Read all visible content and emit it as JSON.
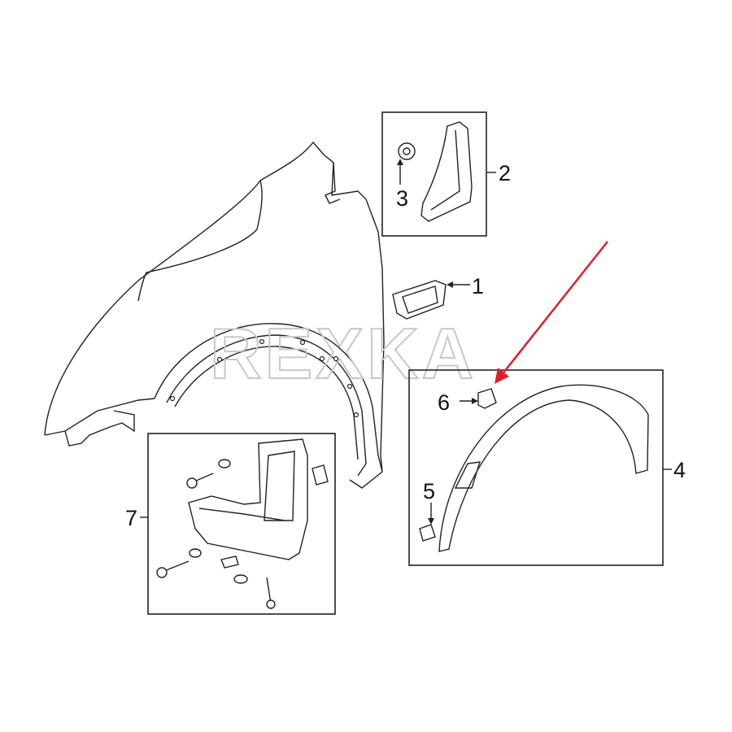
{
  "watermark": "REXKA",
  "callouts": [
    {
      "id": "1",
      "label": "1",
      "part": "emblem"
    },
    {
      "id": "2",
      "label": "2",
      "part": "fender-trim-panel"
    },
    {
      "id": "3",
      "label": "3",
      "part": "nut"
    },
    {
      "id": "4",
      "label": "4",
      "part": "wheel-opening-molding"
    },
    {
      "id": "5",
      "label": "5",
      "part": "clip"
    },
    {
      "id": "6",
      "label": "6",
      "part": "retainer"
    },
    {
      "id": "7",
      "label": "7",
      "part": "mud-guard-kit"
    }
  ],
  "colors": {
    "highlight_arrow": "#e01e2a",
    "line": "#222222",
    "watermark": "#c8c8c8"
  }
}
